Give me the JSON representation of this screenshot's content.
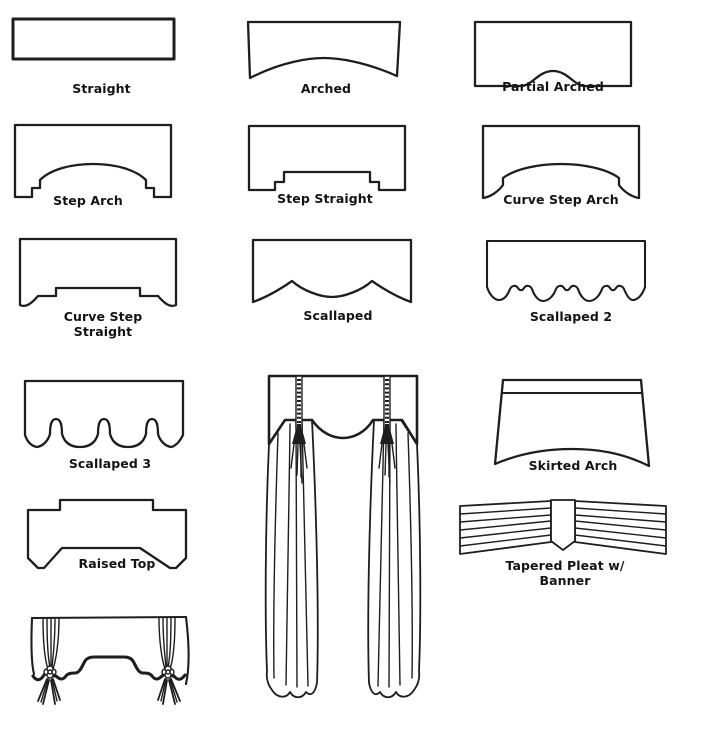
{
  "diagram_type": "valance-styles-line-art",
  "colors": {
    "background": "#ffffff",
    "line": "#1e1e1e",
    "text": "#141414"
  },
  "items": [
    {
      "name": "straight",
      "label": "Straight"
    },
    {
      "name": "arched",
      "label": "Arched"
    },
    {
      "name": "partial-arched",
      "label": "Partial Arched"
    },
    {
      "name": "step-arch",
      "label": "Step Arch"
    },
    {
      "name": "step-straight",
      "label": "Step Straight"
    },
    {
      "name": "curve-step-arch",
      "label": "Curve Step Arch"
    },
    {
      "name": "curve-step-straight",
      "label": "Curve Step Straight"
    },
    {
      "name": "scallaped",
      "label": "Scallaped"
    },
    {
      "name": "scallaped-2",
      "label": "Scallaped 2"
    },
    {
      "name": "scallaped-3",
      "label": "Scallaped 3"
    },
    {
      "name": "beaded-swag-drapery",
      "label": ""
    },
    {
      "name": "skirted-arch",
      "label": "Skirted Arch"
    },
    {
      "name": "raised-top",
      "label": "Raised Top"
    },
    {
      "name": "tapered-pleat-with-banner",
      "label": "Tapered Pleat w/ Banner"
    },
    {
      "name": "tied-swag-valance",
      "label": ""
    }
  ]
}
